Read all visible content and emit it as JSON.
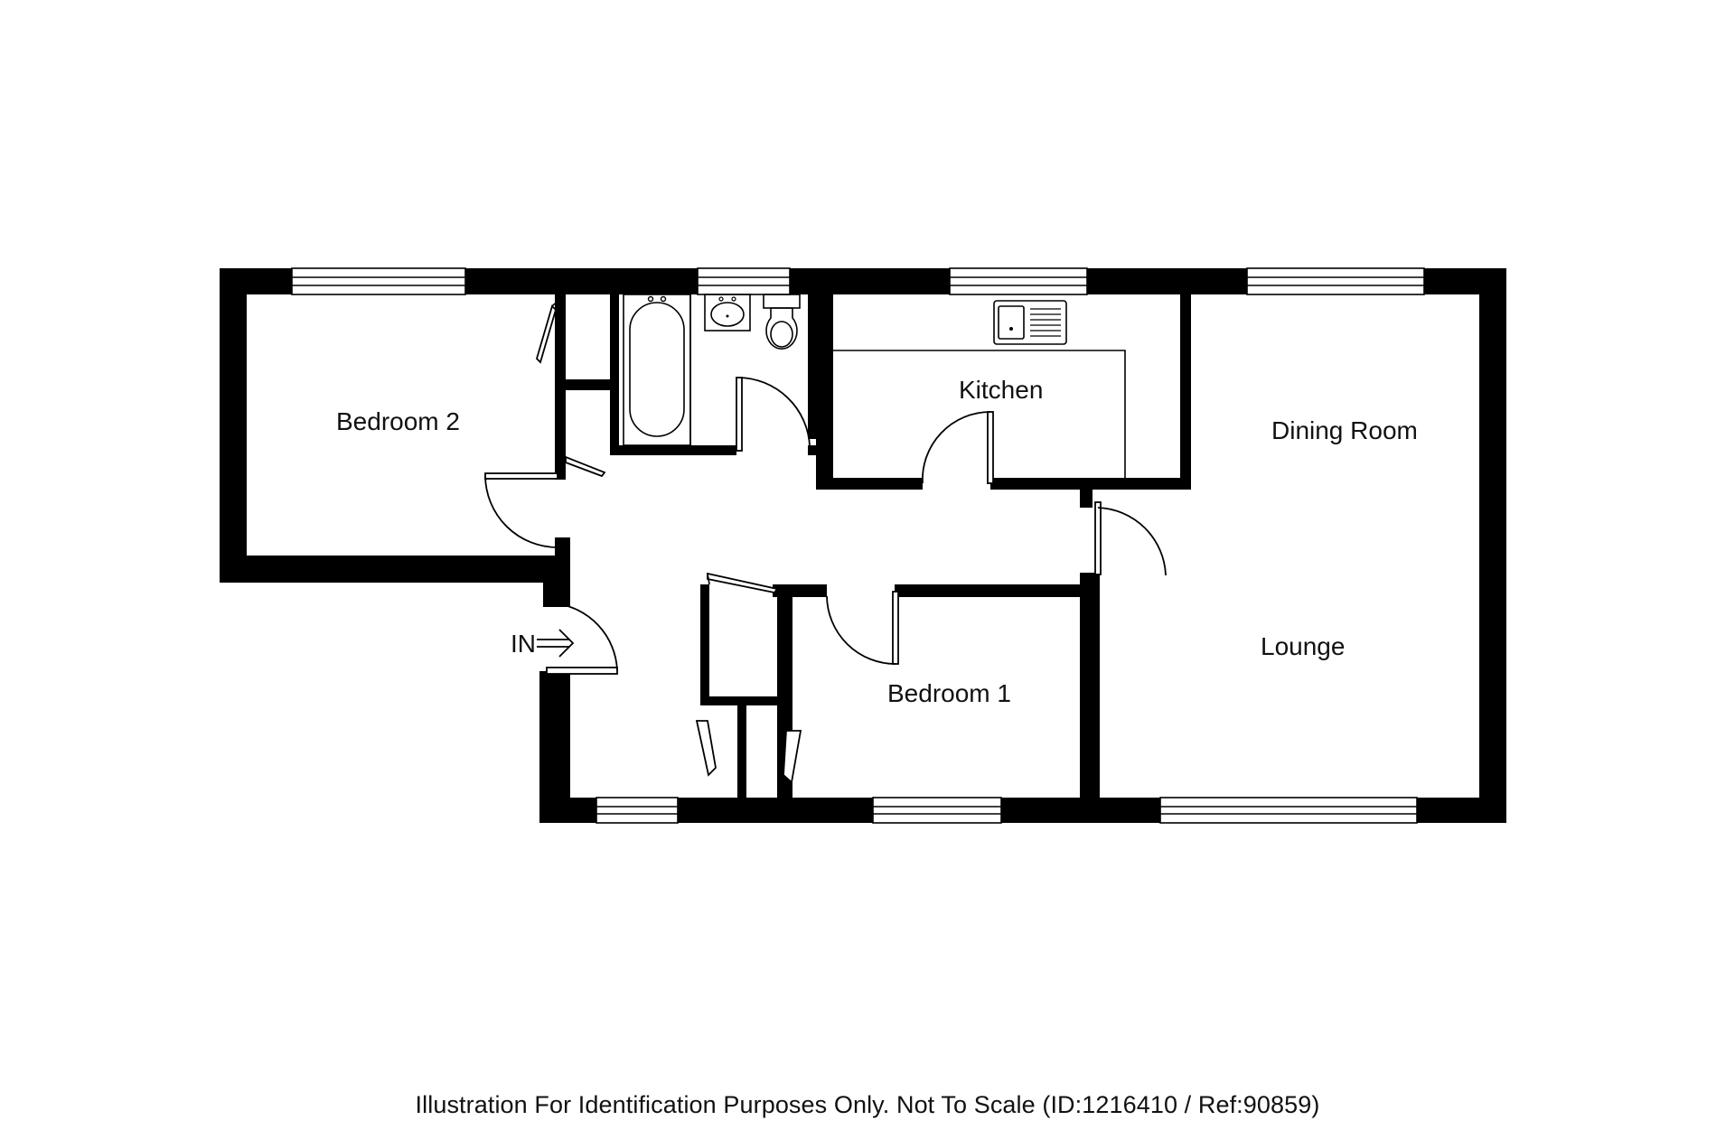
{
  "rooms": {
    "bedroom2": "Bedroom 2",
    "kitchen": "Kitchen",
    "dining_room": "Dining Room",
    "lounge": "Lounge",
    "bedroom1": "Bedroom 1"
  },
  "entrance_label": "IN",
  "entrance_arrow_icon": "arrow-right-icon",
  "caption": "Illustration For Identification Purposes Only. Not To Scale (ID:1216410 / Ref:90859)"
}
